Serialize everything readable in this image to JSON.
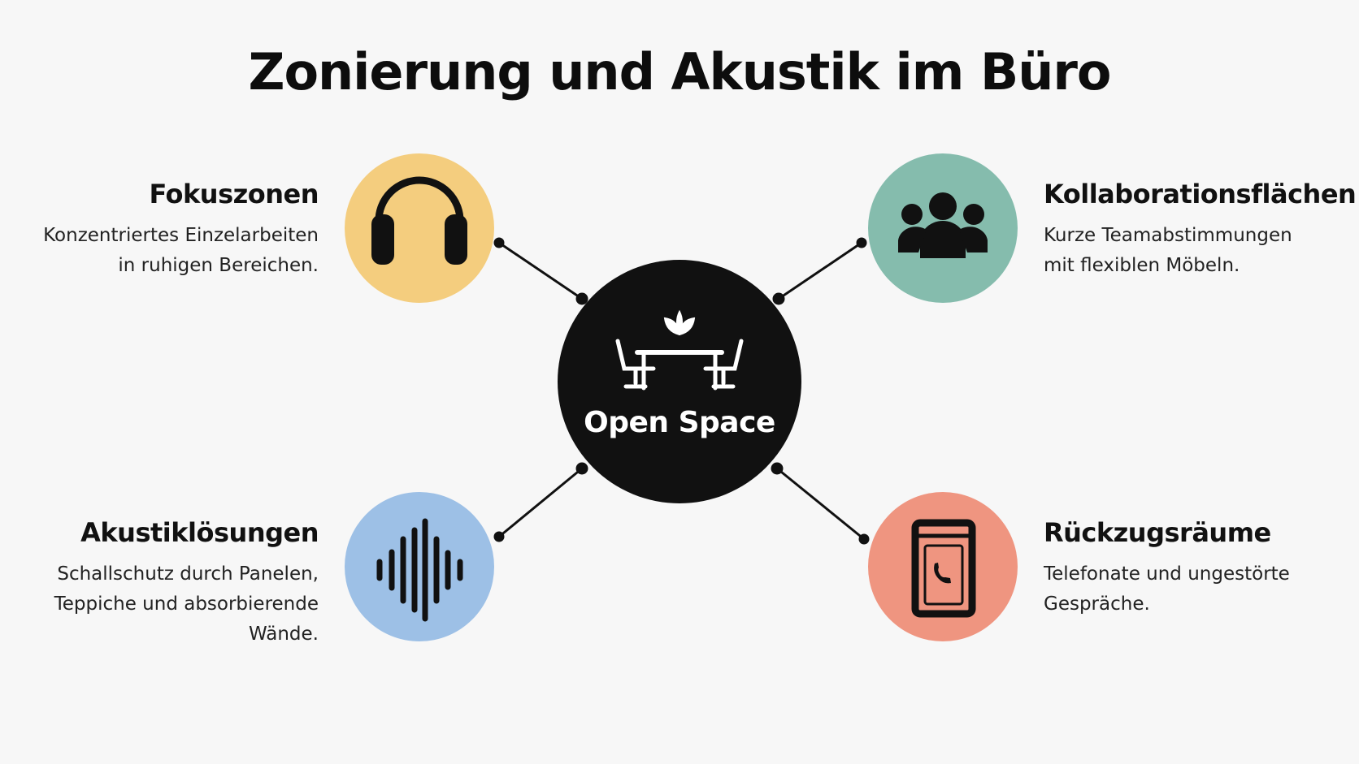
{
  "title": "Zonierung und Akustik im Büro",
  "center": {
    "label": "Open Space",
    "icon": "office-table-with-plant-icon",
    "color": "#111111"
  },
  "zones": [
    {
      "title": "Fokuszonen",
      "description": "Konzentriertes Einzelarbeiten\nin ruhigen Bereichen.",
      "icon": "headphones-icon",
      "color": "#f4cd7e"
    },
    {
      "title": "Kollaborationsflächen",
      "description": "Kurze Teamabstimmungen\nmit flexiblen Möbeln.",
      "icon": "team-icon",
      "color": "#85bcad"
    },
    {
      "title": "Akustiklösungen",
      "description": "Schallschutz durch Panelen,\nTeppiche und absorbierende\nWände.",
      "icon": "sound-wave-icon",
      "color": "#9dc0e6"
    },
    {
      "title": "Rückzugsräume",
      "description": "Telefonate und ungestörte\nGespräche.",
      "icon": "phone-booth-icon",
      "color": "#ef9580"
    }
  ]
}
